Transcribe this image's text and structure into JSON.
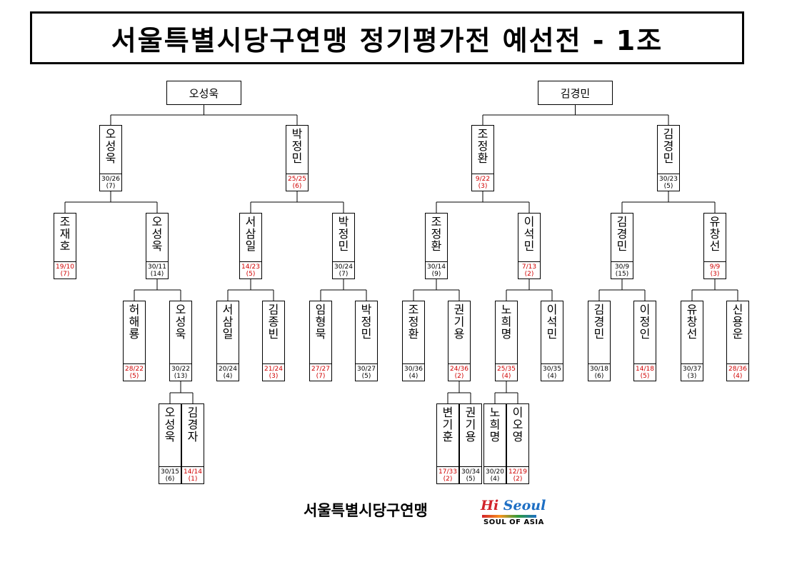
{
  "title": "서울특별시당구연맹 정기평가전 예선전 - 1조",
  "footer": {
    "org": "서울특별시당구연맹",
    "logo_hi": "Hi",
    "logo_seoul": "Seoul",
    "logo_tag": "SOUL OF ASIA"
  },
  "colors": {
    "win": "#000000",
    "lose": "#d00000"
  },
  "finalists": [
    "오성욱",
    "김경민"
  ],
  "entries": [
    {
      "name": "오성욱",
      "score": "30/26",
      "sub": "(7)",
      "win": true
    },
    {
      "name": "박정민",
      "score": "25/25",
      "sub": "(6)",
      "win": false
    },
    {
      "name": "조정환",
      "score": "9/22",
      "sub": "(3)",
      "win": false
    },
    {
      "name": "김경민",
      "score": "30/23",
      "sub": "(5)",
      "win": true
    },
    {
      "name": "조재호",
      "score": "19/10",
      "sub": "(7)",
      "win": false
    },
    {
      "name": "오성욱",
      "score": "30/11",
      "sub": "(14)",
      "win": true
    },
    {
      "name": "서삼일",
      "score": "14/23",
      "sub": "(5)",
      "win": false
    },
    {
      "name": "박정민",
      "score": "30/24",
      "sub": "(7)",
      "win": true
    },
    {
      "name": "조정환",
      "score": "30/14",
      "sub": "(9)",
      "win": true
    },
    {
      "name": "이석민",
      "score": "7/13",
      "sub": "(2)",
      "win": false
    },
    {
      "name": "김경민",
      "score": "30/9",
      "sub": "(15)",
      "win": true
    },
    {
      "name": "유창선",
      "score": "9/9",
      "sub": "(3)",
      "win": false
    },
    {
      "name": "허해룡",
      "score": "28/22",
      "sub": "(5)",
      "win": false
    },
    {
      "name": "오성욱",
      "score": "30/22",
      "sub": "(13)",
      "win": true
    },
    {
      "name": "서삼일",
      "score": "20/24",
      "sub": "(4)",
      "win": true
    },
    {
      "name": "김종빈",
      "score": "21/24",
      "sub": "(3)",
      "win": false
    },
    {
      "name": "임형묵",
      "score": "27/27",
      "sub": "(7)",
      "win": false
    },
    {
      "name": "박정민",
      "score": "30/27",
      "sub": "(5)",
      "win": true
    },
    {
      "name": "조정환",
      "score": "30/36",
      "sub": "(4)",
      "win": true
    },
    {
      "name": "권기용",
      "score": "24/36",
      "sub": "(2)",
      "win": false
    },
    {
      "name": "노희명",
      "score": "25/35",
      "sub": "(4)",
      "win": false
    },
    {
      "name": "이석민",
      "score": "30/35",
      "sub": "(4)",
      "win": true
    },
    {
      "name": "김경민",
      "score": "30/18",
      "sub": "(6)",
      "win": true
    },
    {
      "name": "이정인",
      "score": "14/18",
      "sub": "(5)",
      "win": false
    },
    {
      "name": "유창선",
      "score": "30/37",
      "sub": "(3)",
      "win": true
    },
    {
      "name": "신용운",
      "score": "28/36",
      "sub": "(4)",
      "win": false
    },
    {
      "name": "오성욱",
      "score": "30/15",
      "sub": "(6)",
      "win": true
    },
    {
      "name": "김경자",
      "score": "14/14",
      "sub": "(1)",
      "win": false
    },
    {
      "name": "변기훈",
      "score": "17/33",
      "sub": "(2)",
      "win": false
    },
    {
      "name": "권기용",
      "score": "30/34",
      "sub": "(5)",
      "win": true
    },
    {
      "name": "노희명",
      "score": "30/20",
      "sub": "(4)",
      "win": true
    },
    {
      "name": "이오영",
      "score": "12/19",
      "sub": "(2)",
      "win": false
    }
  ]
}
